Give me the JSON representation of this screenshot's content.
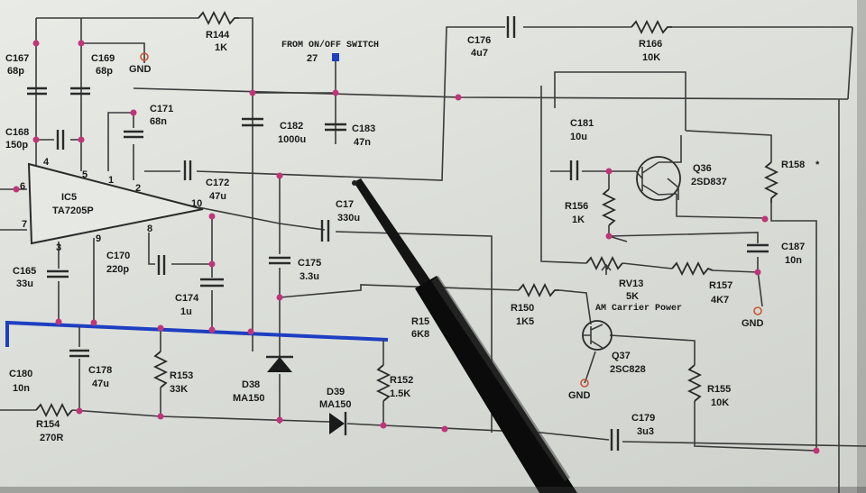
{
  "schematic": {
    "ic": {
      "ref": "IC5",
      "part": "TA7205P",
      "pins": [
        "1",
        "2",
        "3",
        "4",
        "5",
        "6",
        "7",
        "8",
        "9",
        "10"
      ]
    },
    "labels": {
      "switch_note": "FROM ON/OFF SWITCH",
      "switch_pin": "27",
      "am_carrier": "AM Carrier Power",
      "gnd": "GND"
    },
    "components": [
      {
        "ref": "C167",
        "value": "68p"
      },
      {
        "ref": "C169",
        "value": "68p"
      },
      {
        "ref": "C168",
        "value": "150p"
      },
      {
        "ref": "R144",
        "value": "1K"
      },
      {
        "ref": "C171",
        "value": "68n"
      },
      {
        "ref": "C182",
        "value": "1000u"
      },
      {
        "ref": "C183",
        "value": "47n"
      },
      {
        "ref": "C176",
        "value": "4u7"
      },
      {
        "ref": "R166",
        "value": "10K"
      },
      {
        "ref": "C181",
        "value": "10u"
      },
      {
        "ref": "Q36",
        "value": "2SD837"
      },
      {
        "ref": "R158",
        "value": "*"
      },
      {
        "ref": "C172",
        "value": "47u"
      },
      {
        "ref": "C17",
        "value": "330u"
      },
      {
        "ref": "R156",
        "value": "1K"
      },
      {
        "ref": "C187",
        "value": "10n"
      },
      {
        "ref": "C165",
        "value": "33u"
      },
      {
        "ref": "C170",
        "value": "220p"
      },
      {
        "ref": "C175",
        "value": "3.3u"
      },
      {
        "ref": "RV13",
        "value": "5K"
      },
      {
        "ref": "R157",
        "value": "4K7"
      },
      {
        "ref": "C174",
        "value": "1u"
      },
      {
        "ref": "R150",
        "value": "1K5"
      },
      {
        "ref": "R15",
        "value": "6K8"
      },
      {
        "ref": "Q37",
        "value": "2SC828"
      },
      {
        "ref": "C180",
        "value": "10n"
      },
      {
        "ref": "C178",
        "value": "47u"
      },
      {
        "ref": "R153",
        "value": "33K"
      },
      {
        "ref": "R152",
        "value": "1.5K"
      },
      {
        "ref": "D38",
        "value": "MA150"
      },
      {
        "ref": "D39",
        "value": "MA150"
      },
      {
        "ref": "R155",
        "value": "10K"
      },
      {
        "ref": "R154",
        "value": "270R"
      },
      {
        "ref": "C179",
        "value": "3u3"
      }
    ]
  },
  "colors": {
    "wire": "#3a3a3a",
    "bus": "#1e3fc2",
    "junction": "#c0357a",
    "gnd_ring": "#c8553a",
    "probe": "#0e0e0e"
  }
}
